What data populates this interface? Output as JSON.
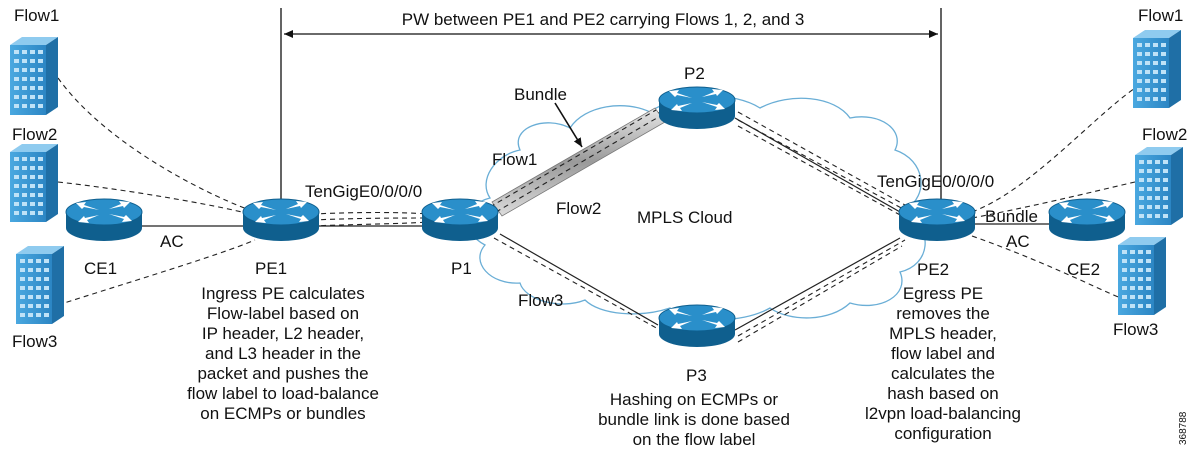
{
  "banner": "PW between PE1 and PE2 carrying Flows 1, 2, and 3",
  "flows": {
    "flow1": "Flow1",
    "flow2": "Flow2",
    "flow3": "Flow3"
  },
  "nodes": {
    "ce1": "CE1",
    "pe1": "PE1",
    "p1": "P1",
    "p2": "P2",
    "p3": "P3",
    "pe2": "PE2",
    "ce2": "CE2"
  },
  "links": {
    "ac_left": "AC",
    "ac_right": "AC",
    "bundle_top": "Bundle",
    "bundle_right": "Bundle",
    "tengig_left": "TenGigE0/0/0/0",
    "tengig_right": "TenGigE0/0/0/0"
  },
  "cloud_label": "MPLS Cloud",
  "notes": {
    "ingress": "Ingress PE calculates\nFlow-label based on\nIP header, L2 header,\nand L3 header in the\npacket and pushes the\nflow label to load-balance\non ECMPs or bundles",
    "hashing": "Hashing on ECMPs or\nbundle link is done based\non the flow label",
    "egress": "Egress PE\nremoves the\nMPLS header,\nflow label and\ncalculates the\nhash based on\nl2vpn load-balancing\nconfiguration"
  },
  "figure_id": "368788",
  "colors": {
    "router": "#1c7fb8",
    "router_dark": "#0e5a86",
    "server": "#3a9ad6",
    "cloud": "#6aaed6"
  }
}
